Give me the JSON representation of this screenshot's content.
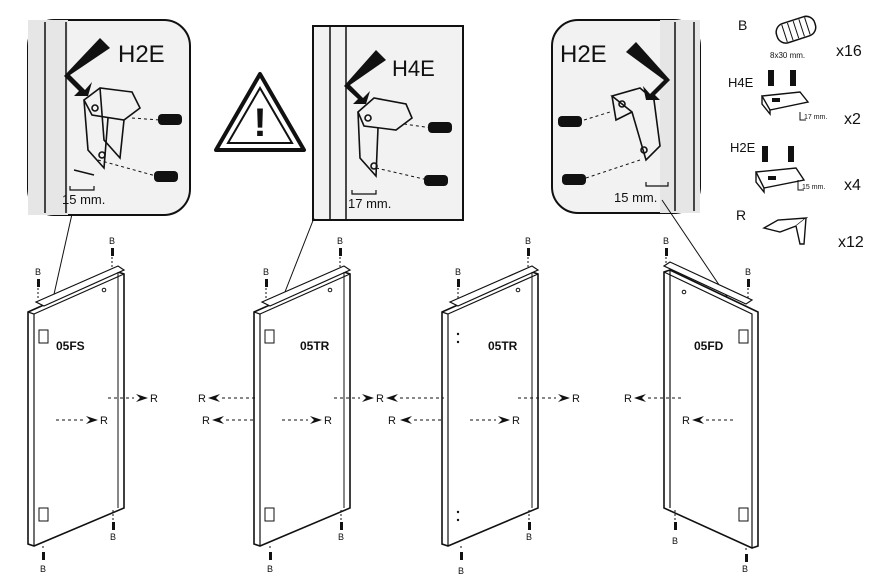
{
  "callouts": [
    {
      "code": "H2E",
      "dimension": "15 mm."
    },
    {
      "code": "H4E",
      "dimension": "17 mm."
    },
    {
      "code": "H2E",
      "dimension": "15 mm."
    }
  ],
  "warning": {
    "icon": "warning-triangle-icon",
    "glyph": "!"
  },
  "parts": [
    {
      "letter": "B",
      "spec": "8x30 mm.",
      "qty": "x16",
      "icon": "dowel-icon"
    },
    {
      "letter": "H4E",
      "spec": "17 mm.",
      "qty": "x2",
      "icon": "hinge-bracket-icon"
    },
    {
      "letter": "H2E",
      "spec": "15 mm.",
      "qty": "x4",
      "icon": "hinge-bracket-icon"
    },
    {
      "letter": "R",
      "spec": "",
      "qty": "x12",
      "icon": "shelf-support-icon"
    }
  ],
  "panels": [
    {
      "label": "05FS"
    },
    {
      "label": "05TR"
    },
    {
      "label": "05TR"
    },
    {
      "label": "05FD"
    }
  ],
  "markers": {
    "dowel": "B",
    "support": "R"
  },
  "colors": {
    "line": "#111111",
    "panel_fill": "#ffffff",
    "callout_fill": "#f2f2f2"
  }
}
